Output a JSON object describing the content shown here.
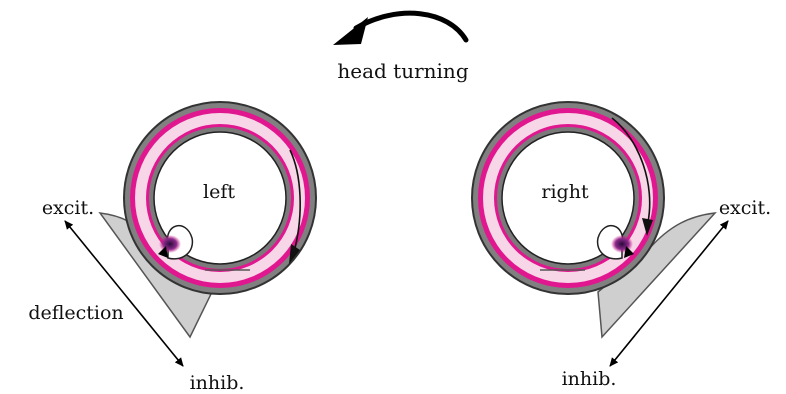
{
  "title": "head turning",
  "canals": {
    "left": {
      "label": "left",
      "excitation_label": "excit.",
      "inhibition_label": "inhib.",
      "deflection_label": "deflection"
    },
    "right": {
      "label": "right",
      "excitation_label": "excit.",
      "inhibition_label": "inhib."
    }
  },
  "colors": {
    "outer_wall": "#7a7a7a",
    "membranous_duct": "#e0178f",
    "endolymph": "#f7d6e8",
    "cupula": "#cccccc",
    "hair_cells": "#5a1a5a",
    "arrows": "#000000"
  }
}
